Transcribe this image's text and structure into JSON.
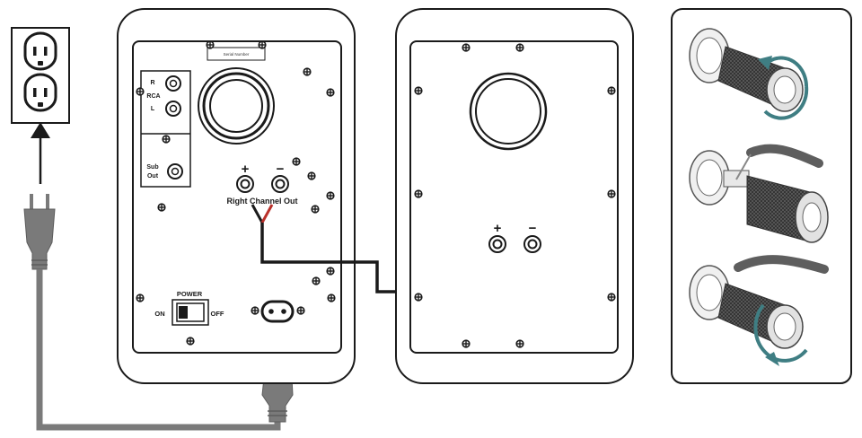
{
  "labels": {
    "serial": "Serial Number",
    "rca_r": "R",
    "rca": "RCA",
    "rca_l": "L",
    "sub_line1": "Sub",
    "sub_line2": "Out",
    "plus": "+",
    "minus": "−",
    "right_channel_out": "Right Channel Out",
    "power": "POWER",
    "on": "ON",
    "off": "OFF"
  },
  "colors": {
    "line": "#1a1a1a",
    "cord": "#7a7a7a",
    "cord_dark": "#5c5c5c",
    "wire_red": "#b9302a",
    "wire_black": "#1a1a1a",
    "post_light": "#e6e6e6",
    "post_dark": "#666666",
    "arrow_teal": "#3f7e83"
  },
  "icons": [
    "wall-outlet-icon",
    "power-plug-icon",
    "iec-plug-icon",
    "rotate-arrow-icon",
    "binding-post-icon",
    "screw-icon",
    "woofer-port-icon"
  ]
}
